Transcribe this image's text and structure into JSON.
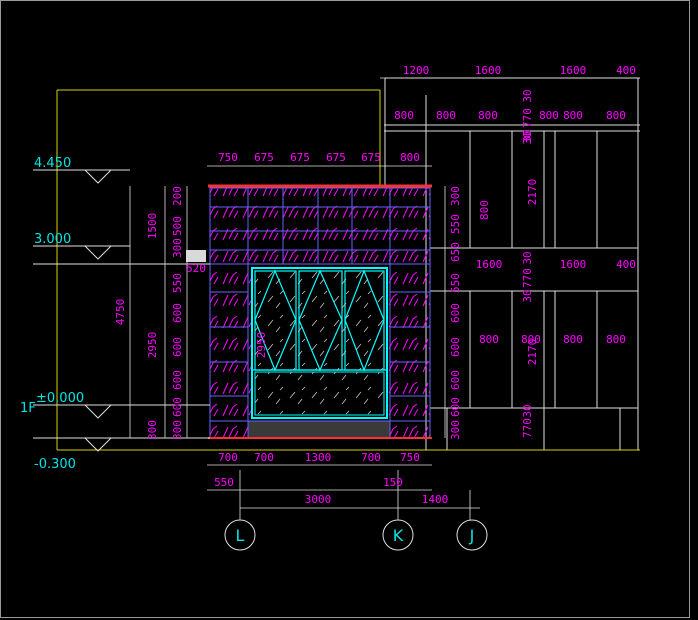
{
  "levels": {
    "l4450": "4.450",
    "l3000": "3.000",
    "l0": "±0.000",
    "floor": "1F",
    "lm300": "-0.300"
  },
  "top_row_dims": [
    "1200",
    "1600",
    "1600",
    "400"
  ],
  "right_row2_dims": [
    "800",
    "800",
    "800",
    "800",
    "800",
    "800"
  ],
  "right_row2_small": [
    "30",
    "770",
    "30"
  ],
  "main_top_dims": [
    "750",
    "675",
    "675",
    "675",
    "675",
    "800"
  ],
  "left_dims": {
    "total": "4750",
    "upper": "1500",
    "lower": "2950",
    "bottom": "300"
  },
  "left_chain": [
    "200",
    "500",
    "300",
    "520",
    "550",
    "600",
    "600",
    "600",
    "600",
    "300"
  ],
  "right_chain": [
    "300",
    "550",
    "650",
    "550",
    "600",
    "600",
    "600",
    "600",
    "300"
  ],
  "window_label": "2950",
  "mid_labels": {
    "r800": "800",
    "h2170a": "2170",
    "r1600a": "1600",
    "r1600b": "1600",
    "r400": "400",
    "h770": "770",
    "h30a": "30",
    "h30b": "30",
    "h30c": "30",
    "r800a": "800",
    "r800b": "800",
    "r800c": "800",
    "h2170b": "2170",
    "h770b": "770",
    "h30d": "30"
  },
  "bottom_dims": [
    "700",
    "700",
    "1300",
    "700",
    "750"
  ],
  "bottom_dims2": [
    "550",
    "3000",
    "150",
    "1400"
  ],
  "axes": [
    "L",
    "K",
    "J"
  ],
  "colors": {
    "background": "#000000",
    "dimension": "#ff00ff",
    "level": "#00e5e5",
    "outline": "#ffffff",
    "grid": "#d4d400",
    "hatch": "#ff00ff",
    "panel": "#6464ff",
    "window": "#00ffff",
    "ground": "#ff3030"
  }
}
